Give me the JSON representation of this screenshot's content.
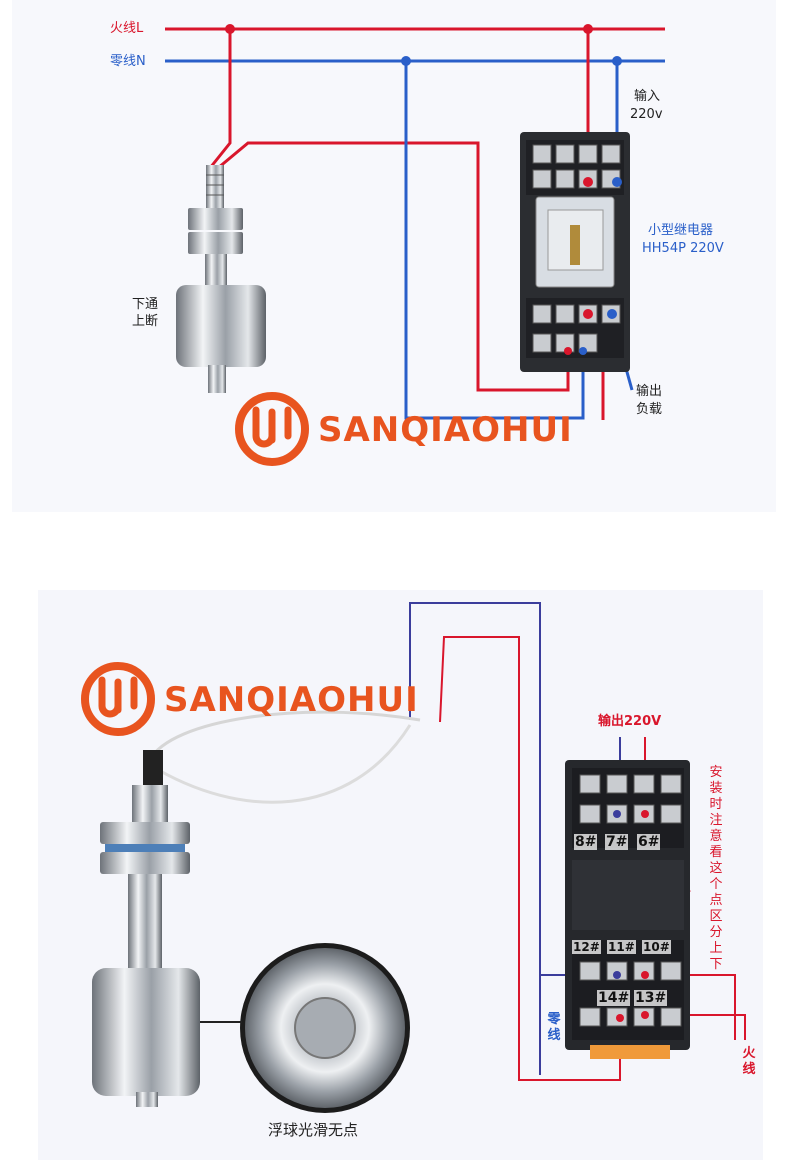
{
  "top": {
    "live_label": "火线L",
    "neutral_label": "零线N",
    "input_label_1": "输入",
    "input_label_2": "220v",
    "relay_label_1": "小型继电器",
    "relay_label_2": "HH54P 220V",
    "float_label_1": "下通",
    "float_label_2": "上断",
    "output_label_1": "输出",
    "output_label_2": "负载",
    "brand": "SANQIAOHUI"
  },
  "bottom": {
    "brand": "SANQIAOHUI",
    "output_label": "输出220V",
    "install_note": "安装时注意看这个点区分上下",
    "neutral_label": "零线",
    "live_label": "火线",
    "float_caption": "浮球光滑无点",
    "terminals": [
      "8#",
      "7#",
      "6#",
      "12#",
      "11#",
      "10#",
      "14#",
      "13#"
    ]
  },
  "colors": {
    "live": "#d9162c",
    "neutral": "#2a5fc9",
    "brand": "#e8541f"
  }
}
